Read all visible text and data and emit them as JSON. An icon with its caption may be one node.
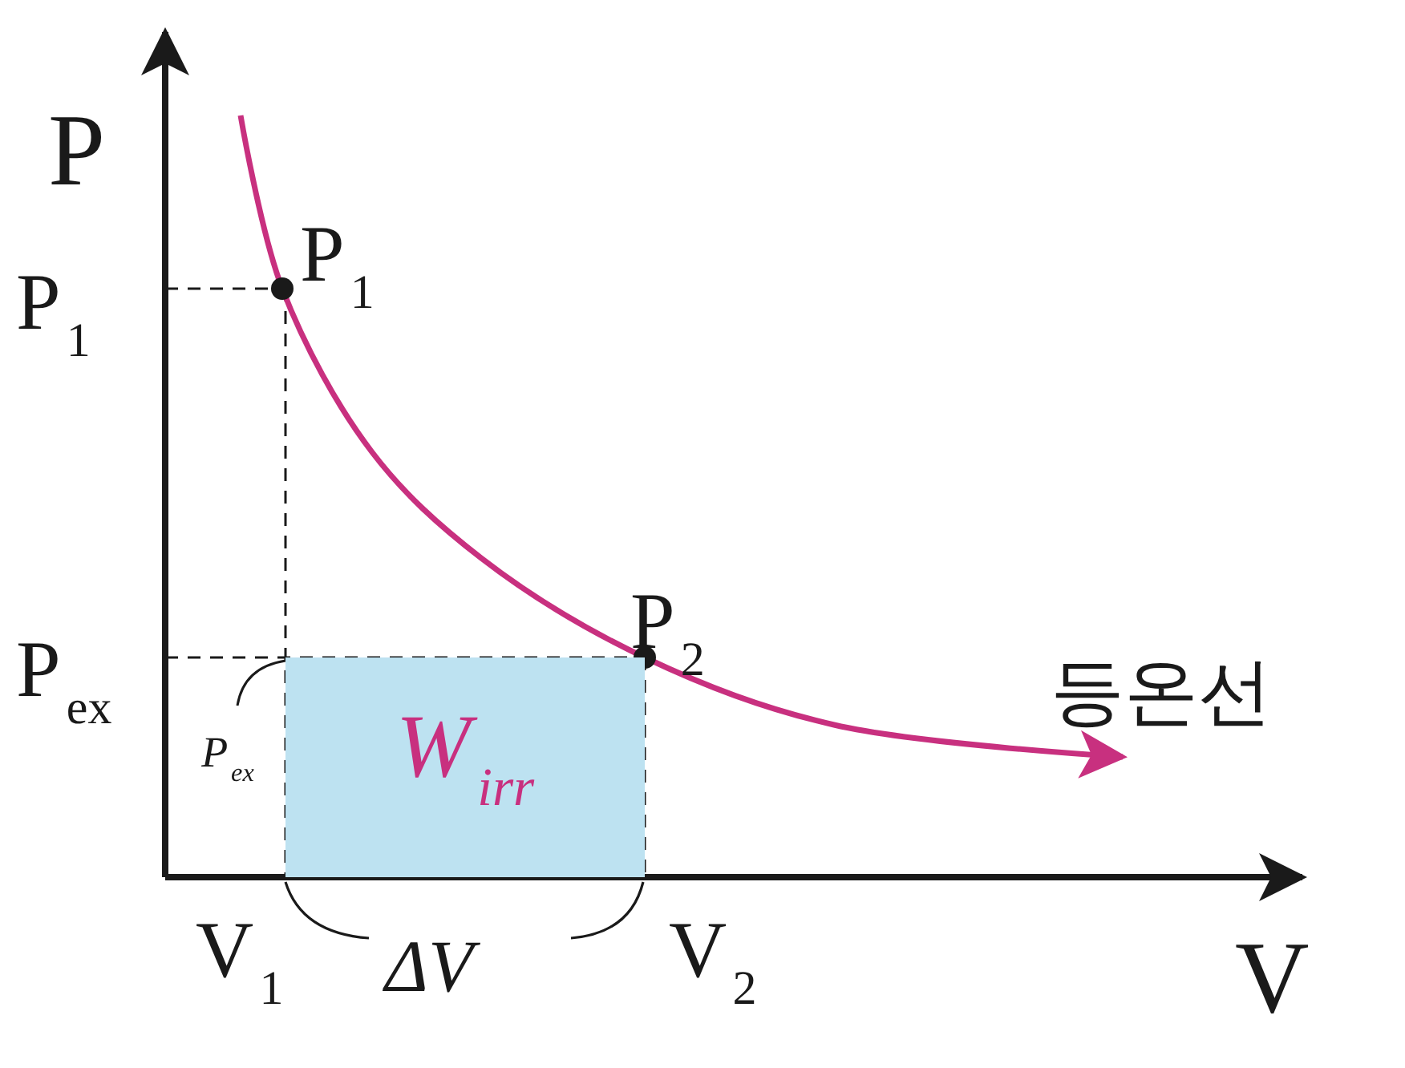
{
  "diagram": {
    "nodes": [
      {
        "text": [
          "W$_{irr}$"
        ]
      },
      {
        "text": [
          "P$_{ex}$"
        ]
      }
    ],
    "edges": [
      {
        "from": 1,
        "to": 0,
        "arrow": "none"
      }
    ],
    "labels": [
      "P",
      "P$_{1}$",
      "P$_{1}$",
      "P$_{2}$",
      "등온선",
      "P$_{ex}$",
      "V$_{1}$",
      "ΔV",
      "V$_{2}$",
      "V"
    ]
  }
}
